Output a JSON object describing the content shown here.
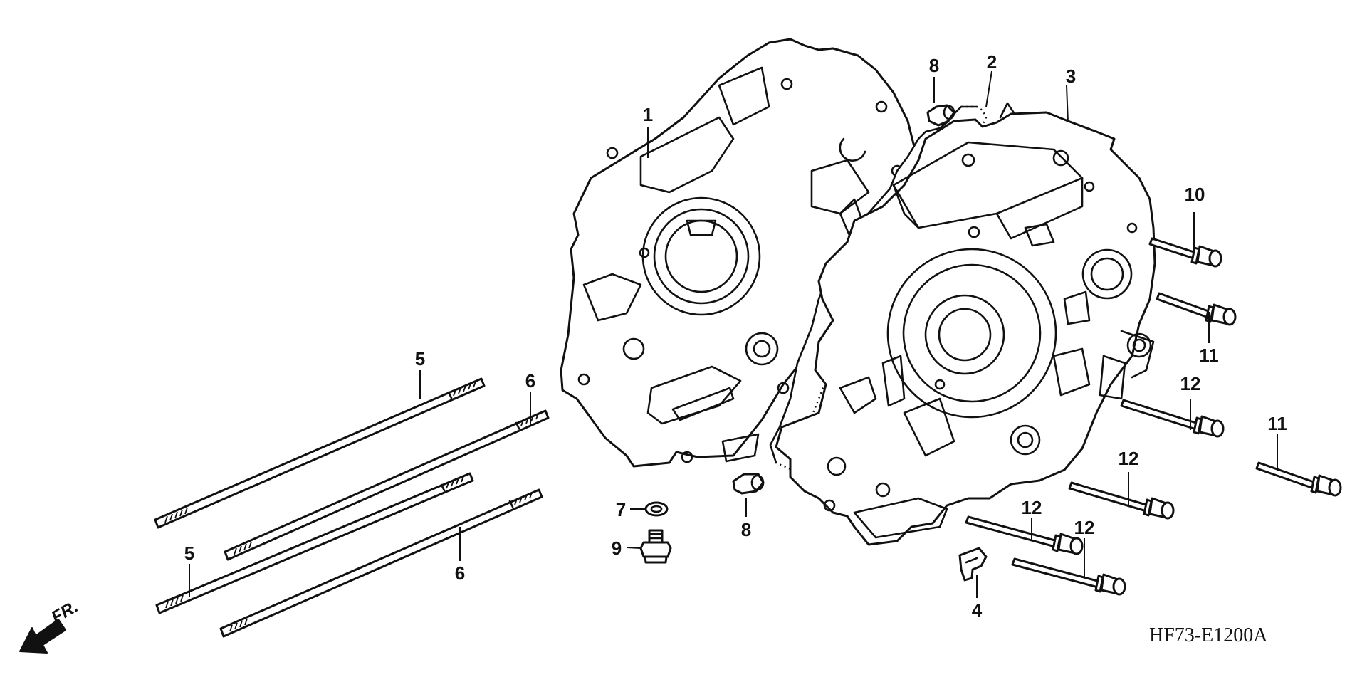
{
  "diagram": {
    "callouts": [
      "1",
      "2",
      "3",
      "4",
      "5",
      "5",
      "6",
      "6",
      "7",
      "8",
      "8",
      "9",
      "10",
      "11",
      "11",
      "12",
      "12",
      "12",
      "12"
    ],
    "front_label": "FR.",
    "drawing_code": "HF73-E1200A"
  },
  "colors": {
    "ink": "#111111",
    "paper": "#ffffff"
  },
  "icons": {
    "front": "arrow-down-left-icon"
  }
}
